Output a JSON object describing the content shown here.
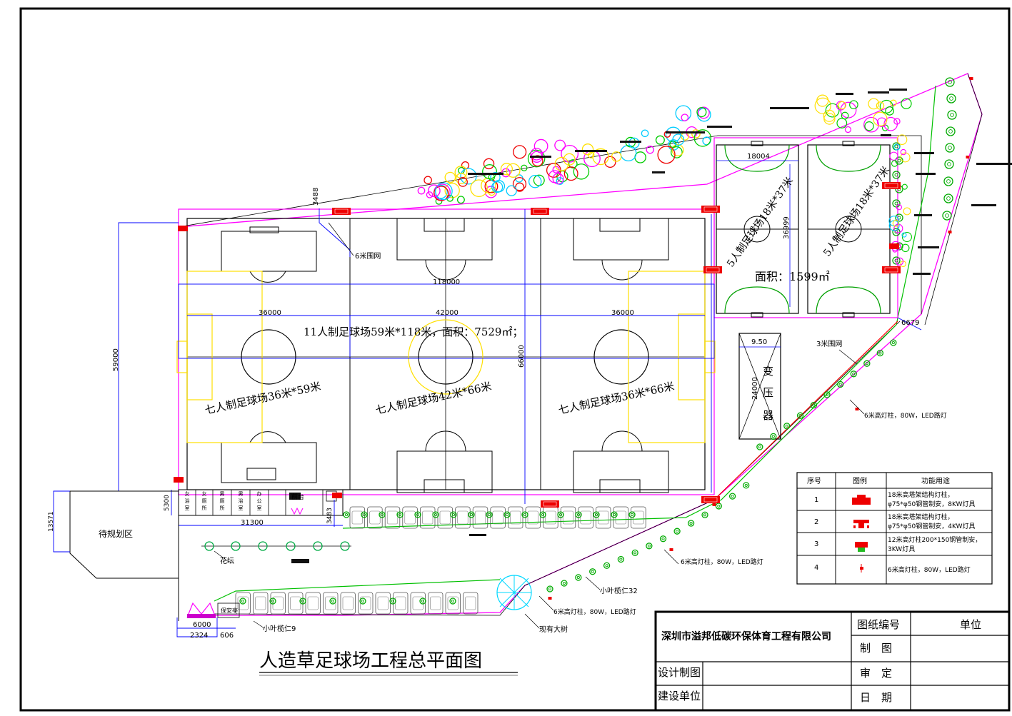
{
  "title": "人造草足球场工程总平面图",
  "fields": {
    "eleven": {
      "label": "11人制足球场59米*118米，面积：7529㎡；",
      "dim_width": "118000"
    },
    "seven_left": {
      "label": "七人制足球场36米*59米",
      "dim": "36000"
    },
    "seven_mid": {
      "label": "七人制足球场42米*66米",
      "dim": "42000",
      "dim_vertical": "66000"
    },
    "seven_right": {
      "label": "七人制足球场36米*66米",
      "dim": "36000"
    },
    "five_left": {
      "label": "5人制足球场18米*37米"
    },
    "five_right": {
      "label": "5人制足球场18米*37米"
    },
    "five_dim_width": "18004",
    "five_dim_height": "36999",
    "five_area": "面积：1599㎡"
  },
  "dims": {
    "outer_height": "59000",
    "top_offset": "3488",
    "bottom_offset": "3483",
    "building_width": "31300",
    "building_height": "5300",
    "reserved_height": "13571",
    "gate_width": "6000",
    "gate_a": "2324",
    "gate_b": "606",
    "transformer_w": "9.50",
    "transformer_h": "24000",
    "corner": "6679"
  },
  "labels": {
    "fence6": "6米围网",
    "fence3": "3米围网",
    "reserved": "待规划区",
    "transformer": [
      "变",
      "压",
      "器"
    ],
    "light_a": "6米高灯柱，80W，LED路灯",
    "light_b": "6米高灯柱，80W，LED路灯",
    "light_c": "6米高灯柱，80W，LED路灯",
    "tree32": "小叶榄仁32",
    "tree9": "小叶榄仁9",
    "flowerbed": "花坛",
    "big_tree": "现有大树",
    "reception": "前台",
    "guard": "保安亭",
    "rooms": [
      "女浴室",
      "女厕所",
      "男厕所",
      "男浴室",
      "办公室"
    ]
  },
  "legend": {
    "headers": [
      "序号",
      "图例",
      "功能用途"
    ],
    "rows": [
      {
        "no": "1",
        "desc": [
          "18米高塔架结构灯柱，",
          "φ75*φ50钢管制安，8KW灯具"
        ]
      },
      {
        "no": "2",
        "desc": [
          "18米高塔架结构灯柱，",
          "φ75*φ50钢管制安，4KW灯具"
        ]
      },
      {
        "no": "3",
        "desc": [
          "12米高灯柱200*150钢管制安，",
          "3KW灯具"
        ]
      },
      {
        "no": "4",
        "desc": [
          "6米高灯柱，80W，LED路灯"
        ]
      }
    ]
  },
  "titleblock": {
    "company": "深圳市溢邦低碳环保体育工程有限公司",
    "drawing_no": "图纸编号",
    "unit": "单位",
    "drawn": "制　图",
    "design": "设计制图",
    "review": "审　定",
    "builder": "建设单位",
    "date": "日　期"
  }
}
